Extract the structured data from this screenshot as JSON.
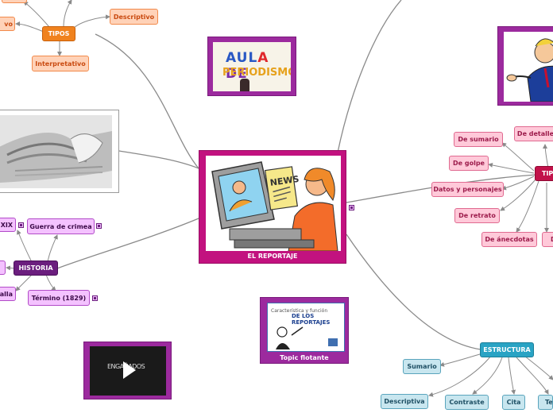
{
  "central": {
    "title": "EL REPORTAJE",
    "image_caption": "NEWS"
  },
  "tipos_left": {
    "label": "TIPOS",
    "children": [
      "Descriptivo",
      "Interpretativo"
    ],
    "partial_left": "vo"
  },
  "images": {
    "aula": {
      "line1a": "AUL",
      "line1b": "A",
      "line1c": " DE",
      "line2": "PERIODISMO"
    },
    "video": {
      "text": "ENGAÑADOS"
    },
    "topic": {
      "label": "Topic flotante",
      "thumb_title1": "Característica y función",
      "thumb_title2": "DE LOS REPORTAJES"
    }
  },
  "historia": {
    "label": "HISTORIA",
    "children": [
      "Guerra de crimea",
      "Término (1829)"
    ],
    "partial_top": "XIX",
    "partial_bottom": "alla"
  },
  "tipos_right": {
    "label": "TIPO",
    "children": [
      "De sumario",
      "De detalle",
      "De golpe",
      "Datos y personajes",
      "De retrato",
      "De ánecdotas",
      "D"
    ]
  },
  "estructura": {
    "label": "ESTRUCTURA",
    "children": [
      "Sumario",
      "Descriptiva",
      "Contraste",
      "Cita",
      "Te"
    ]
  },
  "colors": {
    "link": "#8a8a8a",
    "orange": "#f0821e",
    "violet": "#6b1e7e",
    "pink": "#c2124a",
    "teal": "#29a3c4",
    "center": "#c2127f"
  },
  "icons": [
    "note-icon",
    "play-icon",
    "expand-icon"
  ]
}
